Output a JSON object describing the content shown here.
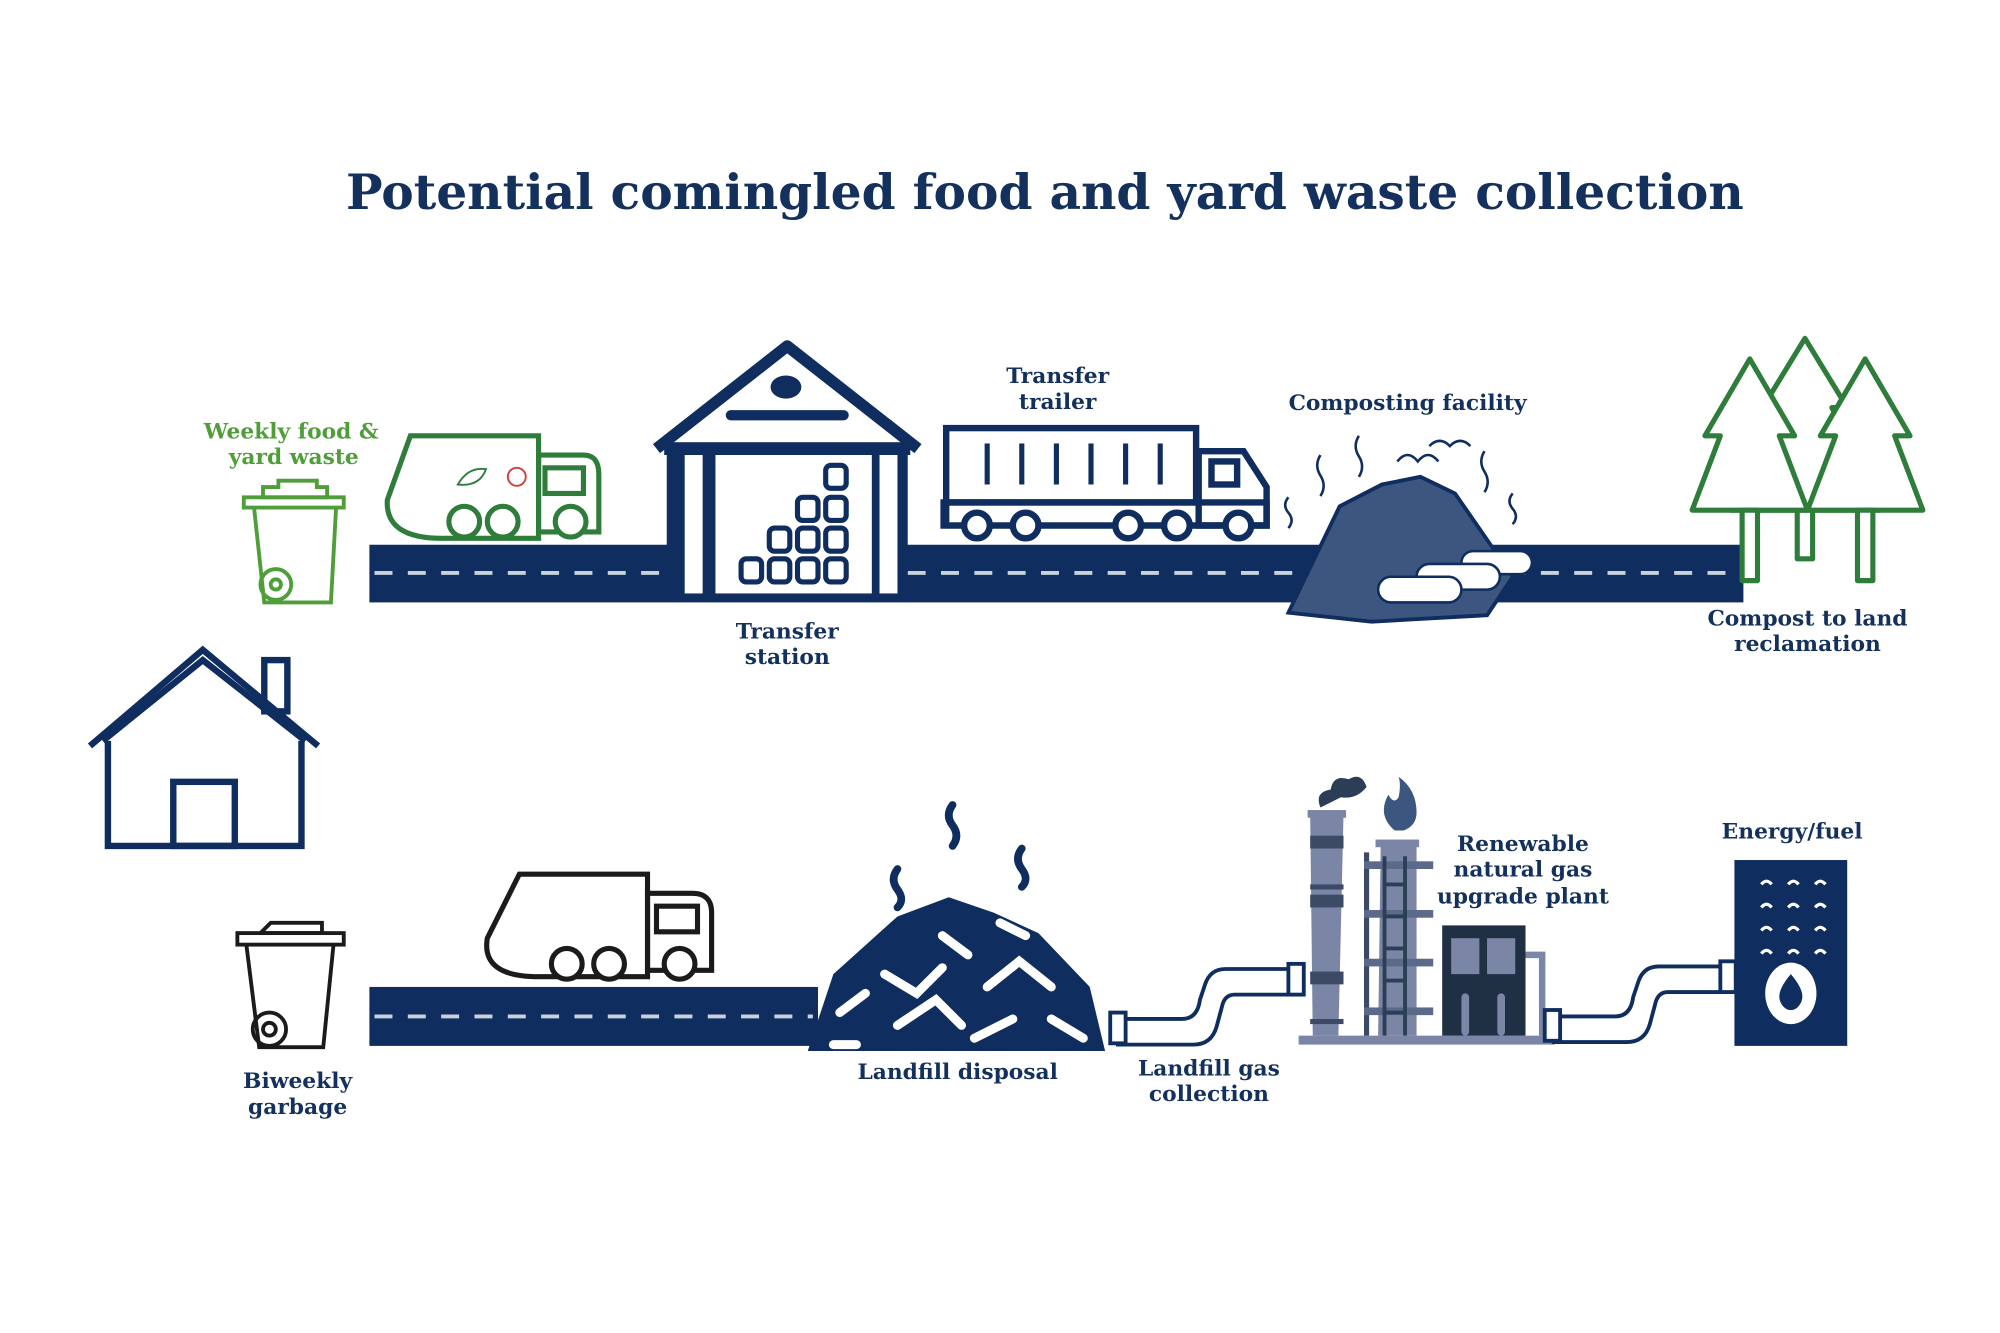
{
  "title": "Potential comingled food and yard waste collection",
  "labels": {
    "weekly_line1": "Weekly food &",
    "weekly_line2": "yard waste",
    "transfer_station_line1": "Transfer",
    "transfer_station_line2": "station",
    "transfer_trailer_line1": "Transfer",
    "transfer_trailer_line2": "trailer",
    "composting": "Composting facility",
    "compost_land_line1": "Compost to land",
    "compost_land_line2": "reclamation",
    "biweekly_line1": "Biweekly",
    "biweekly_line2": "garbage",
    "landfill": "Landfill disposal",
    "landfill_gas_line1": "Landfill gas",
    "landfill_gas_line2": "collection",
    "rng_line1": "Renewable",
    "rng_line2": "natural gas",
    "rng_line3": "upgrade plant",
    "energy": "Energy/fuel"
  },
  "colors": {
    "navy": "#0f2e5f",
    "green": "#2e7d3a",
    "light_green": "#4f9e3a",
    "plant_gray": "#7b86a6"
  }
}
